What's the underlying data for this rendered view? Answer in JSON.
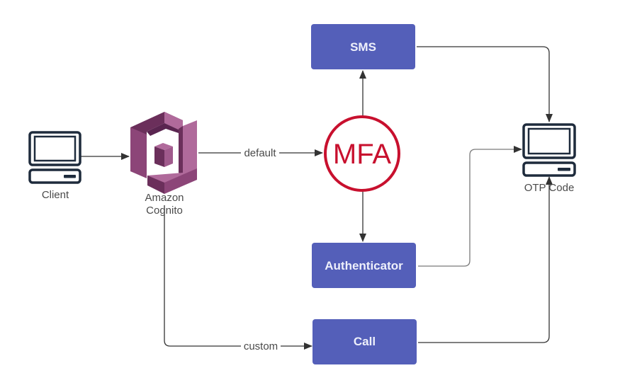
{
  "diagram": {
    "nodes": {
      "client": {
        "label": "Client",
        "icon": "desktop-computer-icon"
      },
      "cognito": {
        "label_line1": "Amazon",
        "label_line2": "Cognito",
        "icon": "amazon-cognito-icon"
      },
      "mfa": {
        "label": "MFA"
      },
      "sms": {
        "label": "SMS"
      },
      "authenticator": {
        "label": "Authenticator"
      },
      "call": {
        "label": "Call"
      },
      "otp": {
        "label": "OTP Code",
        "icon": "desktop-computer-icon"
      }
    },
    "edges": [
      {
        "from": "client",
        "to": "cognito",
        "label": ""
      },
      {
        "from": "cognito",
        "to": "mfa",
        "label": "default"
      },
      {
        "from": "cognito",
        "to": "call",
        "label": "custom"
      },
      {
        "from": "mfa",
        "to": "sms",
        "label": ""
      },
      {
        "from": "mfa",
        "to": "authenticator",
        "label": ""
      },
      {
        "from": "sms",
        "to": "otp",
        "label": ""
      },
      {
        "from": "authenticator",
        "to": "otp",
        "label": ""
      },
      {
        "from": "call",
        "to": "otp",
        "label": ""
      }
    ],
    "colors": {
      "box_fill": "#545fb9",
      "mfa_red": "#c8102e",
      "cognito_dark": "#6b2f5b",
      "cognito_mid": "#8c4578",
      "cognito_light": "#b06a9b",
      "monitor_stroke": "#1e2b3c"
    }
  }
}
